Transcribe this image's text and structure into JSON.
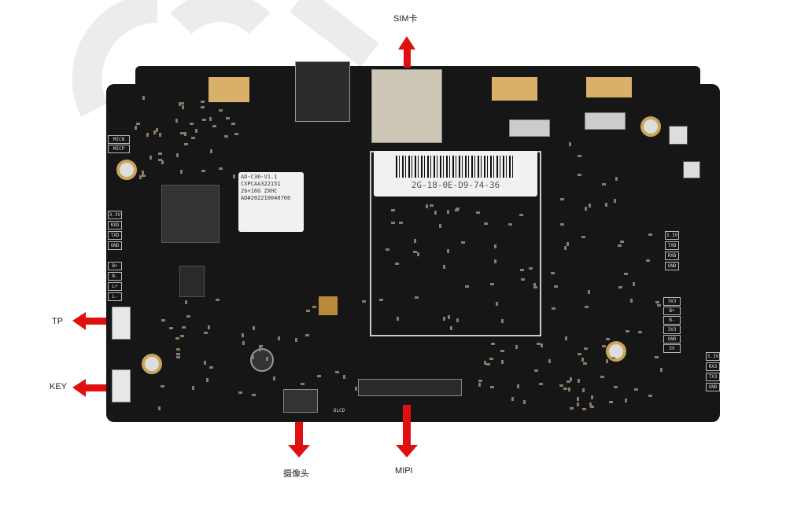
{
  "annotations": {
    "sim": "SIM卡",
    "tp": "TP",
    "key": "KEY",
    "camera": "摄像头",
    "mipi": "MIPI"
  },
  "arrow_color": "#e01010",
  "board": {
    "sticker_lines": [
      "AD-C36-V1.1",
      "CXPCAA322151",
      "2G+16G ZXHC",
      "AD#202210040766"
    ],
    "mac_label": "2G-18-0E-D9-74-36",
    "left_labels_top": [
      "MICN",
      "MICP"
    ],
    "left_uart": [
      "3.3V",
      "RXD",
      "TXD",
      "GND"
    ],
    "left_power": [
      "B+",
      "B-",
      "L+",
      "L-"
    ],
    "right_uart_a": [
      "3.3V",
      "TXB",
      "RXB",
      "GND"
    ],
    "right_uart_b": [
      "3V3",
      "B+",
      "B-",
      "3V3",
      "GND",
      "5V"
    ],
    "right_uart_c": [
      "3.3V",
      "RX3",
      "TX3",
      "GND"
    ],
    "ulcd": "ULCD"
  }
}
